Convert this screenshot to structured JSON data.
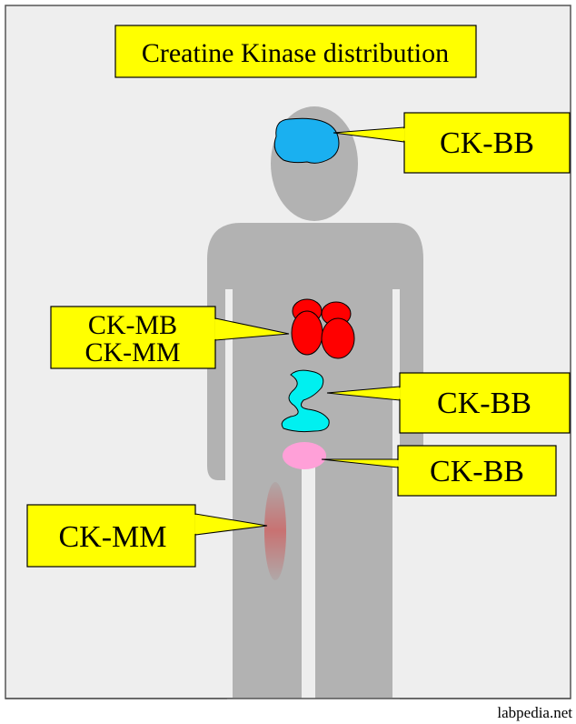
{
  "title": "Creatine Kinase distribution",
  "labels": {
    "brain": "CK-BB",
    "heart_line1": "CK-MB",
    "heart_line2": "CK-MM",
    "intestine": "CK-BB",
    "bladder": "CK-BB",
    "muscle": "CK-MM"
  },
  "watermark": "labpedia.net",
  "colors": {
    "background": "#eeeeee",
    "body": "#b2b2b2",
    "callout_fill": "#ffff00",
    "brain": "#1ab0f0",
    "heart": "#ff0000",
    "intestine": "#00f0f0",
    "bladder": "#ffa0d8",
    "muscle": "#c87878"
  }
}
